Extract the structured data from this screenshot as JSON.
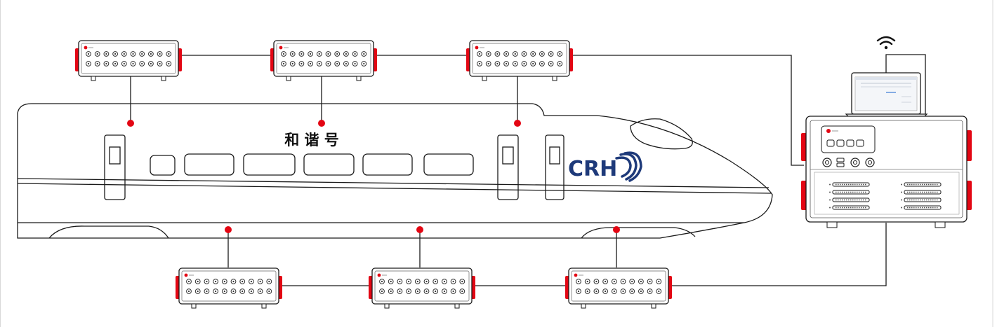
{
  "train": {
    "name_cn": "和 谐 号",
    "logo": "CRH",
    "logo_icon": "crh-swoosh-icon"
  },
  "units": {
    "count_top": 3,
    "count_bottom": 3,
    "brand_icon": "unit-logo-icon",
    "accent_color": "#e30613"
  },
  "controller": {
    "ports": 8,
    "knobs": 4,
    "buttons": 4
  },
  "laptop": {
    "icon": "laptop-icon"
  },
  "wifi": {
    "icon": "wifi-icon"
  },
  "colors": {
    "line": "#1a1a1a",
    "node": "#e30613",
    "crh_blue": "#1e3a7a"
  }
}
